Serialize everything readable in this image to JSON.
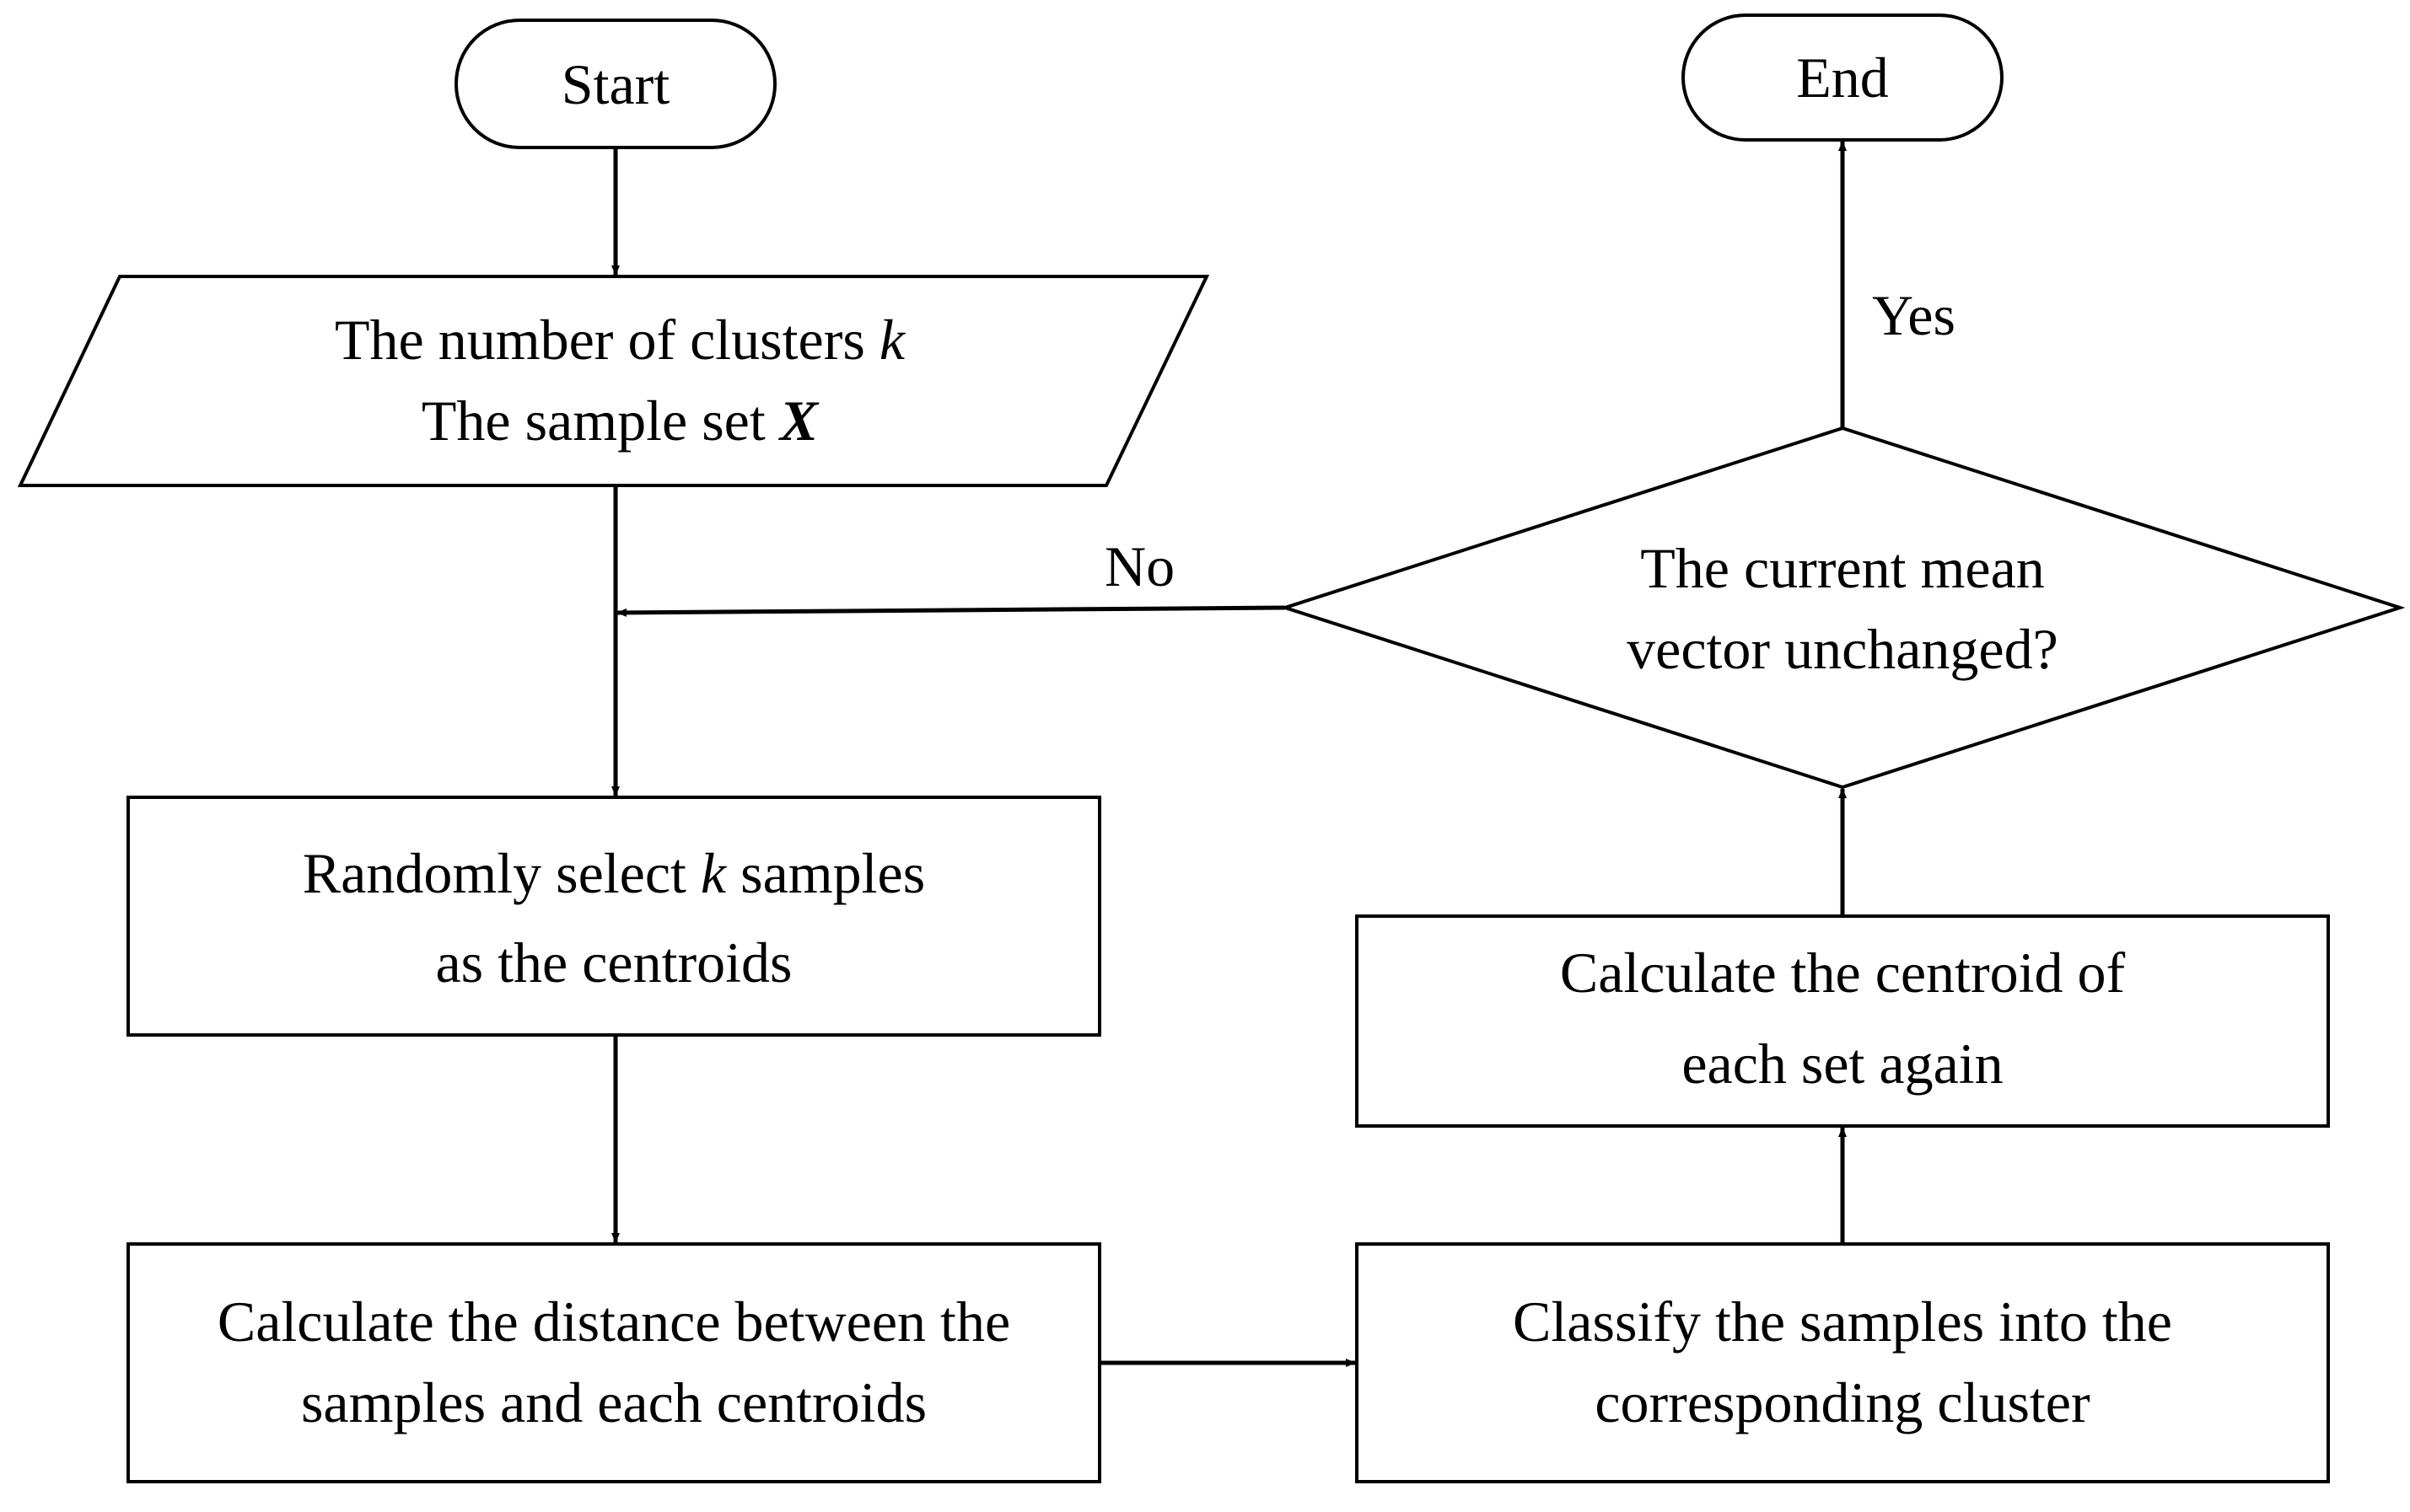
{
  "colors": {
    "stroke": "#000000",
    "fill": "#ffffff",
    "text": "#000000"
  },
  "nodes": {
    "start": {
      "label": "Start"
    },
    "end": {
      "label": "End"
    },
    "input": {
      "line1_prefix": "The number of clusters ",
      "line1_var": "k",
      "line2_prefix": "The sample set ",
      "line2_var": "X"
    },
    "select": {
      "line1_prefix": "Randomly select ",
      "line1_var": "k",
      "line1_suffix": " samples",
      "line2": "as the centroids"
    },
    "distance": {
      "line1": "Calculate the distance between the",
      "line2": "samples and each centroids"
    },
    "classify": {
      "line1": "Classify the samples into the",
      "line2": "corresponding cluster"
    },
    "recalc": {
      "line1": "Calculate the centroid of",
      "line2": "each set again"
    },
    "decision": {
      "line1": "The current mean",
      "line2": "vector unchanged?"
    }
  },
  "edges": {
    "yes_label": "Yes",
    "no_label": "No"
  }
}
